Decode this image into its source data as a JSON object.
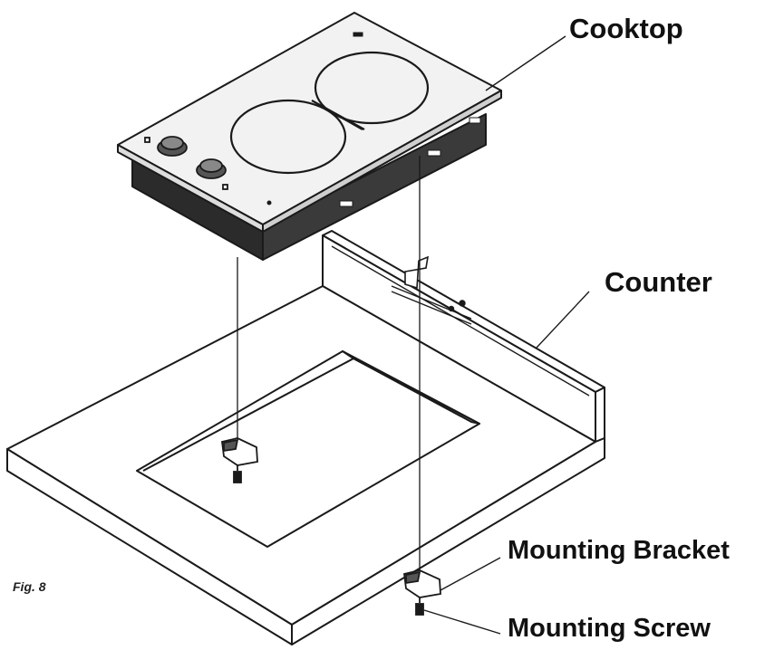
{
  "labels": {
    "cooktop": "Cooktop",
    "counter": "Counter",
    "mounting_bracket": "Mounting Bracket",
    "mounting_screw": "Mounting Screw",
    "figure": "Fig. 8"
  },
  "colors": {
    "line": "#1a1a1a",
    "cooktop_top": "#f2f2f2",
    "cooktop_body": "#2b2b2b",
    "counter_fill": "#ffffff"
  }
}
